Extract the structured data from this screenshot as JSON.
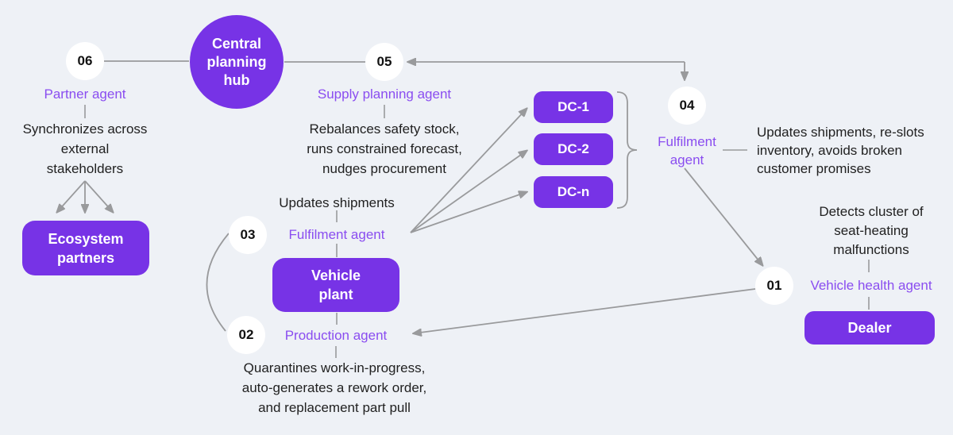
{
  "colors": {
    "bg": "#eef1f6",
    "purple": "#7733e6",
    "agent-text": "#8a4df0",
    "line": "#999a9c",
    "text": "#212121",
    "badge-bg": "#ffffff",
    "badge-text": "#111111",
    "box-text": "#ffffff"
  },
  "hub": {
    "label": "Central\nplanning\nhub"
  },
  "boxes": {
    "ecosystem": {
      "label": "Ecosystem\npartners"
    },
    "vehicle_plant": {
      "label": "Vehicle\nplant"
    },
    "dc1": {
      "label": "DC-1"
    },
    "dc2": {
      "label": "DC-2"
    },
    "dcn": {
      "label": "DC-n"
    },
    "dealer": {
      "label": "Dealer"
    }
  },
  "steps": {
    "s01": {
      "num": "01",
      "agent": "Vehicle health agent",
      "desc": "Detects cluster of\nseat-heating\nmalfunctions"
    },
    "s02": {
      "num": "02",
      "agent": "Production agent",
      "desc": "Quarantines work-in-progress,\nauto-generates a rework order,\nand replacement part pull"
    },
    "s03": {
      "num": "03",
      "note": "Updates shipments",
      "agent": "Fulfilment agent"
    },
    "s04": {
      "num": "04",
      "agent": "Fulfilment\nagent",
      "desc": "Updates shipments, re-slots\ninventory, avoids broken\ncustomer promises"
    },
    "s05": {
      "num": "05",
      "agent": "Supply planning agent",
      "desc": "Rebalances safety stock,\nruns constrained forecast,\nnudges procurement"
    },
    "s06": {
      "num": "06",
      "agent": "Partner agent",
      "desc": "Synchronizes across\nexternal\nstakeholders"
    }
  }
}
